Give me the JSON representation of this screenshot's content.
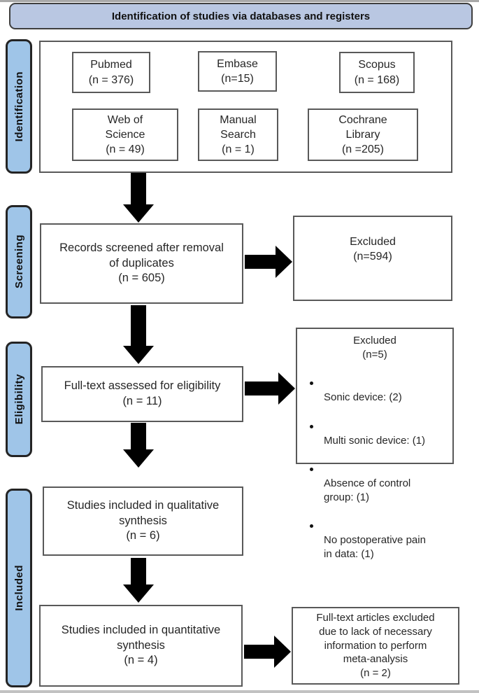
{
  "figure": {
    "header_title": "Identification of studies via databases and registers",
    "stages": [
      {
        "label": "Identification"
      },
      {
        "label": "Screening"
      },
      {
        "label": "Eligibility"
      },
      {
        "label": "Included"
      }
    ],
    "databases": [
      {
        "name": "Pubmed",
        "count": "(n = 376)"
      },
      {
        "name": "Embase",
        "count": "(n=15)"
      },
      {
        "name": "Scopus",
        "count": "(n = 168)"
      },
      {
        "name": "Web of\nScience",
        "count": "(n = 49)"
      },
      {
        "name": "Manual\nSearch",
        "count": "(n = 1)"
      },
      {
        "name": "Cochrane\nLibrary",
        "count": "(n =205)"
      }
    ],
    "screening": {
      "records_screened": "Records screened after removal\nof duplicates\n(n = 605)",
      "excluded": "Excluded\n(n=594)"
    },
    "eligibility": {
      "full_text": "Full-text assessed for eligibility\n(n = 11)",
      "excluded_title": "Excluded\n(n=5)",
      "excluded_reasons": [
        "Sonic device: (2)",
        "Multi sonic device: (1)",
        "Absence of control\ngroup: (1)",
        "No postoperative pain\nin data: (1)"
      ]
    },
    "included": {
      "qualitative": "Studies included in qualitative\nsynthesis\n(n = 6)",
      "quantitative": "Studies included in quantitative\nsynthesis\n(n = 4)",
      "meta_excluded": "Full-text articles excluded\ndue to lack of necessary\ninformation to perform\nmeta-analysis\n(n = 2)"
    },
    "colors": {
      "header_bg": "#b9c7e2",
      "stage_bg": "#9fc5e8",
      "box_border": "#595959",
      "arrow": "#000000"
    }
  }
}
